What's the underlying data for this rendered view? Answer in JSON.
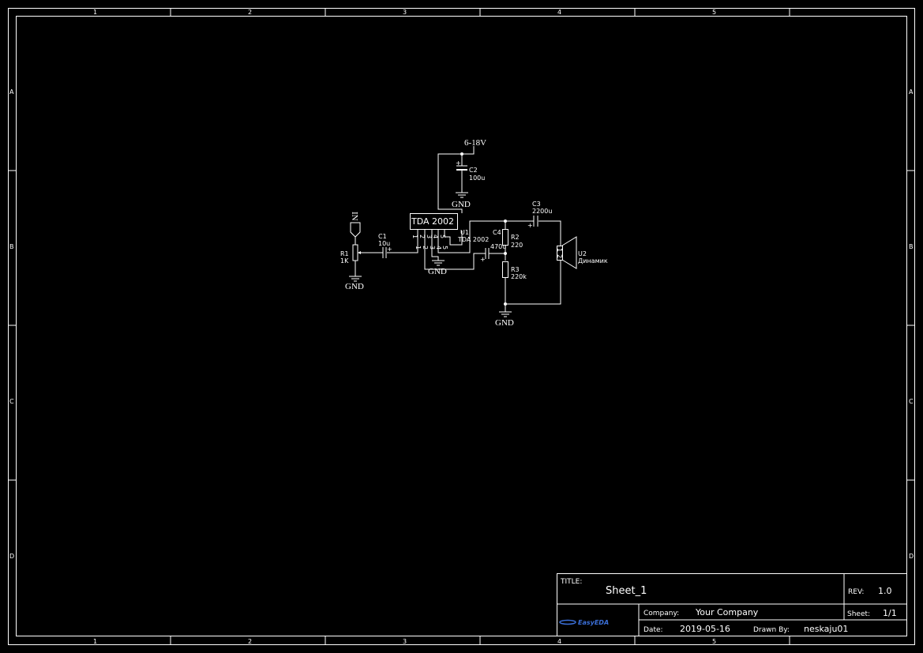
{
  "frame": {
    "columns": [
      "1",
      "2",
      "3",
      "4",
      "5"
    ],
    "rows": [
      "A",
      "B",
      "C",
      "D"
    ]
  },
  "components": {
    "r1": {
      "ref": "R1",
      "value": "1K"
    },
    "c1": {
      "ref": "C1",
      "value": "10u"
    },
    "c2": {
      "ref": "C2",
      "value": "100u"
    },
    "c3": {
      "ref": "C3",
      "value": "2200u"
    },
    "c4": {
      "ref": "C4",
      "value": "470u"
    },
    "r2": {
      "ref": "R2",
      "value": "220"
    },
    "r3": {
      "ref": "R3",
      "value": "220k"
    },
    "u1": {
      "ref": "U1",
      "value": "TDA 2002",
      "body": "TDA 2002",
      "pins": [
        "1",
        "2",
        "3",
        "4",
        "5"
      ]
    },
    "u2": {
      "ref": "U2",
      "value": "Динамик",
      "pins": [
        "2",
        "1"
      ]
    }
  },
  "nets": {
    "power": "6-18V",
    "input": "IN",
    "gnd": "GND"
  },
  "title_block": {
    "title_label": "TITLE:",
    "title": "Sheet_1",
    "rev_label": "REV:",
    "rev": "1.0",
    "company_label": "Company:",
    "company": "Your Company",
    "sheet_label": "Sheet:",
    "sheet": "1/1",
    "date_label": "Date:",
    "date": "2019-05-16",
    "drawn_label": "Drawn By:",
    "drawn_by": "neskaju01",
    "logo": "EasyEDA"
  },
  "colors": {
    "background": "#000000",
    "lines": "#ffffff",
    "logo": "#3b6fd8"
  }
}
